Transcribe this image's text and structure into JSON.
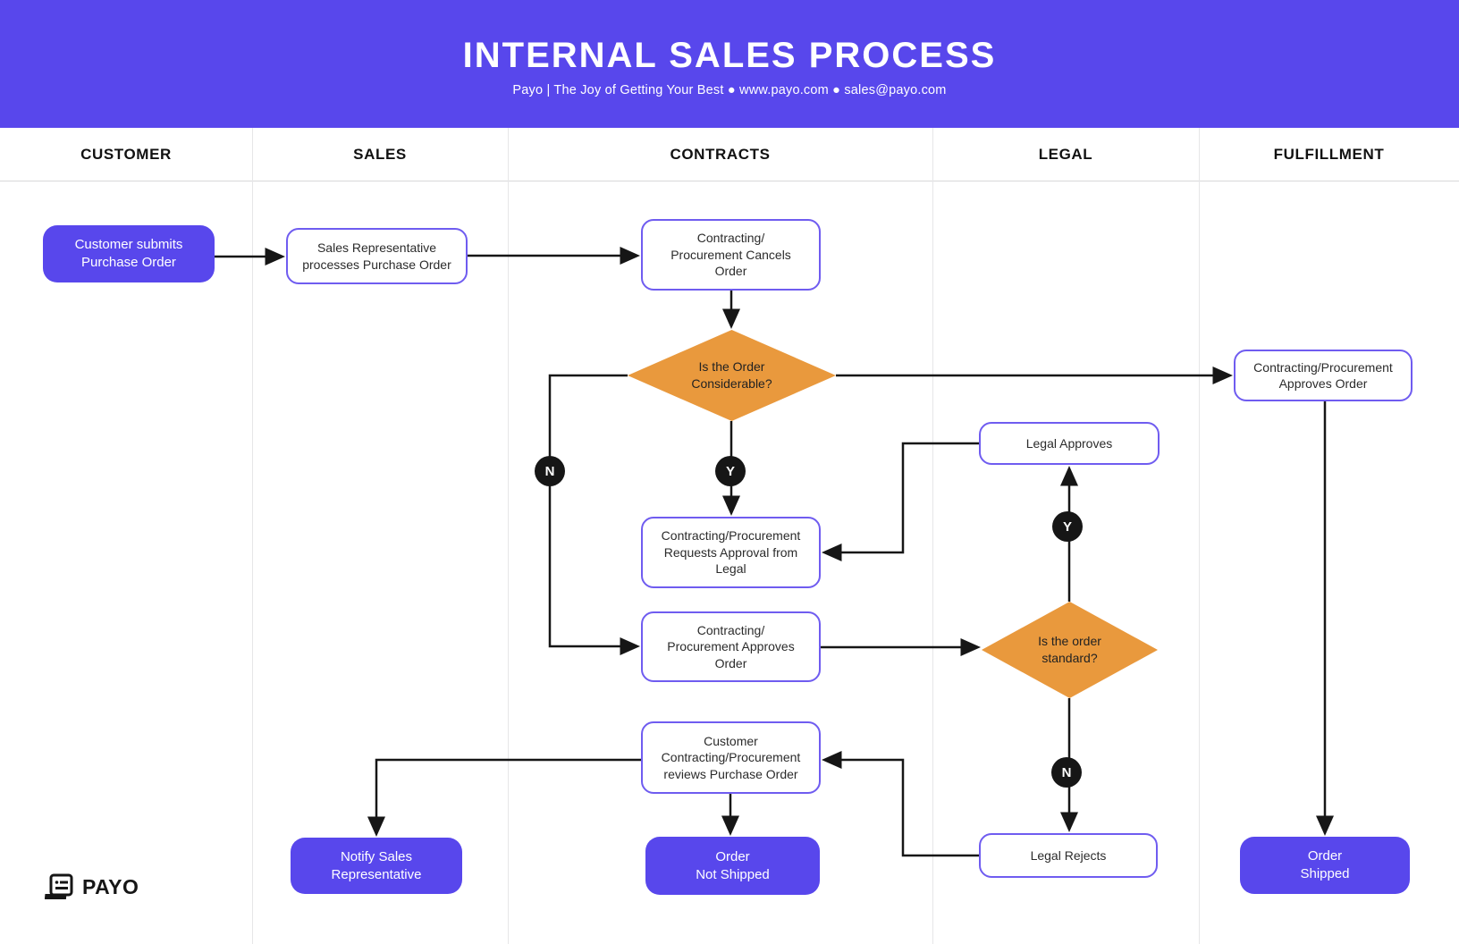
{
  "header": {
    "title": "INTERNAL SALES PROCESS",
    "subtitle": "Payo | The Joy of Getting Your Best ● www.payo.com ● sales@payo.com"
  },
  "lanes": [
    {
      "label": "CUSTOMER"
    },
    {
      "label": "SALES"
    },
    {
      "label": "CONTRACTS"
    },
    {
      "label": "LEGAL"
    },
    {
      "label": "FULFILLMENT"
    }
  ],
  "nodes": {
    "customer_submits": {
      "label": "Customer submits\nPurchase Order"
    },
    "sales_processes": {
      "label": "Sales Representative\nprocesses Purchase Order"
    },
    "cancels_order": {
      "label": "Contracting/\nProcurement Cancels\nOrder"
    },
    "considerable": {
      "label": "Is the Order\nConsiderable?"
    },
    "fulfillment_approves": {
      "label": "Contracting/Procurement\nApproves Order"
    },
    "legal_approves": {
      "label": "Legal Approves"
    },
    "requests_approval": {
      "label": "Contracting/Procurement\nRequests Approval from\nLegal"
    },
    "approves_order": {
      "label": "Contracting/\nProcurement Approves\nOrder"
    },
    "standard": {
      "label": "Is the order\nstandard?"
    },
    "reviews": {
      "label": "Customer\nContracting/Procurement\nreviews Purchase Order"
    },
    "notify_sales": {
      "label": "Notify Sales\nRepresentative"
    },
    "order_not_shipped": {
      "label": "Order\nNot Shipped"
    },
    "legal_rejects": {
      "label": "Legal Rejects"
    },
    "order_shipped": {
      "label": "Order\nShipped"
    }
  },
  "badges": {
    "no1": "N",
    "yes1": "Y",
    "yes2": "Y",
    "no2": "N"
  },
  "logo": {
    "text": "PAYO"
  },
  "colors": {
    "purple": "#5847ec",
    "purpleBorder": "#6f5cf0",
    "orange": "#e9993d",
    "ink": "#161616",
    "textDark": "#2b2b2b",
    "laneLine": "#e6e6e8",
    "headerRule": "#d8d8da"
  }
}
